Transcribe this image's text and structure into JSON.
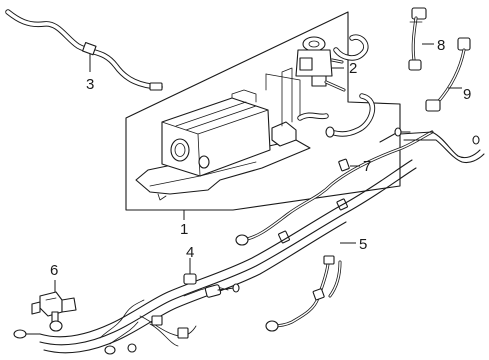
{
  "callouts": {
    "c1": "1",
    "c2": "2",
    "c3": "3",
    "c4": "4",
    "c5": "5",
    "c6": "6",
    "c7": "7",
    "c8": "8",
    "c9": "9"
  },
  "colors": {
    "line": "#1a1a1a",
    "background": "#ffffff"
  }
}
